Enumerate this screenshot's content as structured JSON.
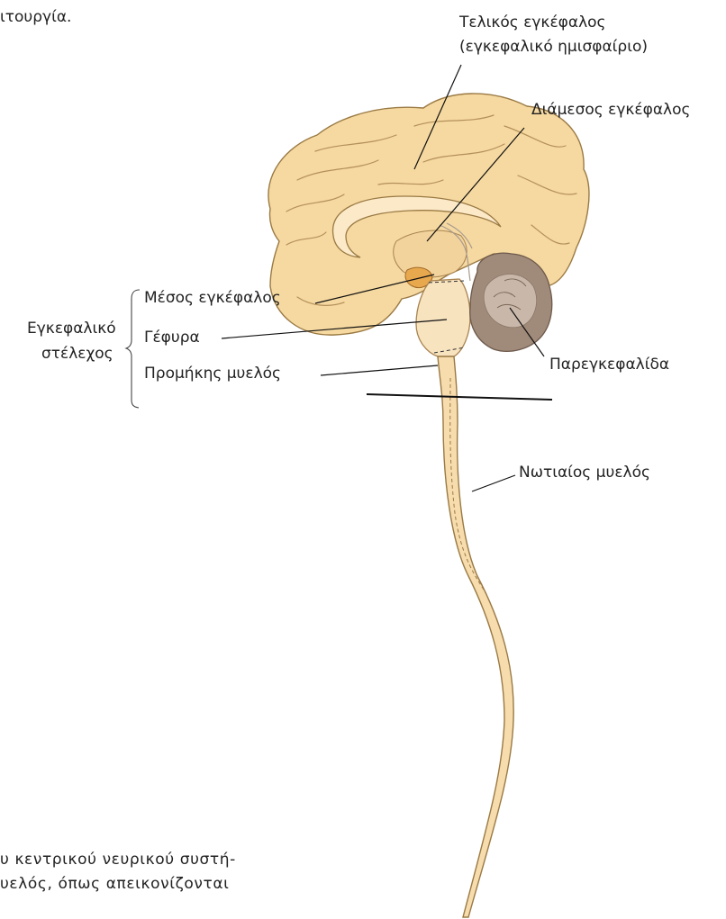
{
  "page": {
    "background": "#ffffff",
    "top_text_fragment": "ιτουργία.",
    "bottom_text_line1": "υ κεντρικού νευρικού συστή-",
    "bottom_text_line2": "υελός, όπως απεικονίζονται"
  },
  "diagram": {
    "labels": {
      "telencephalon_line1": "Τελικός εγκέφαλος",
      "telencephalon_line2": "(εγκεφαλικό ημισφαίριο)",
      "diencephalon": "Διάμεσος εγκέφαλος",
      "midbrain": "Μέσος εγκέφαλος",
      "pons": "Γέφυρα",
      "medulla": "Προμήκης μυελός",
      "brainstem_line1": "Εγκεφαλικό",
      "brainstem_line2": "στέλεχος",
      "cerebellum": "Παρεγκεφαλίδα",
      "spinal_cord": "Νωτιαίος μυελός"
    },
    "colors": {
      "cerebrum_fill": "#f6d9a0",
      "cerebrum_stroke": "#9a7a44",
      "brainstem_fill": "#f8e3bf",
      "spinal_fill": "#f7dcae",
      "cerebellum_fill": "#a08a7a",
      "cerebellum_light": "#c9b8aa",
      "leader_line": "#111111"
    }
  }
}
